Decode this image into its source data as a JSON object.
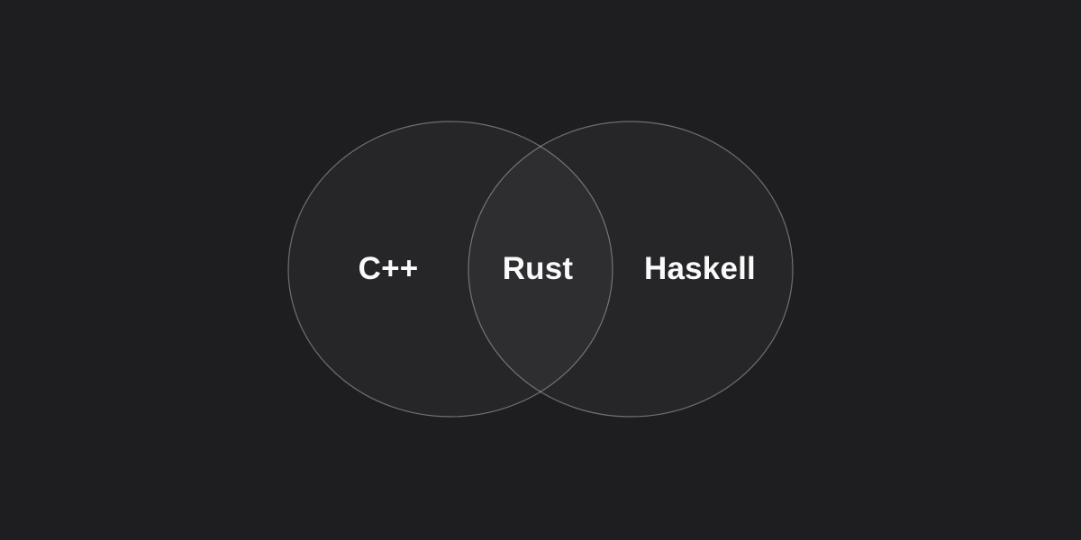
{
  "venn": {
    "type": "venn-diagram",
    "left": {
      "label": "C++"
    },
    "intersection": {
      "label": "Rust"
    },
    "right": {
      "label": "Haskell"
    },
    "style": {
      "background": "#1e1e20",
      "circle_fill": "rgba(255,255,255,0.04)",
      "circle_stroke": "rgba(255,255,255,0.35)",
      "label_color": "#fafafa"
    }
  }
}
